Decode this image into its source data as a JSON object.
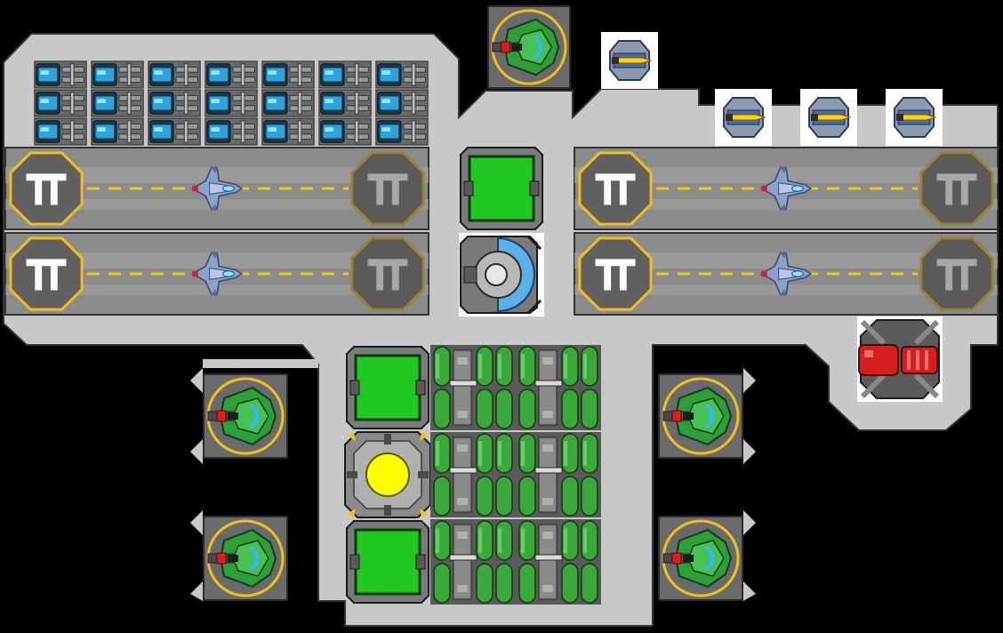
{
  "scene": {
    "name": "space-station-ship-layout",
    "background_color": "#000000",
    "hull_color": "#c8c8c8",
    "hull_outline_color": "#333333"
  },
  "colors": {
    "panel_dark": "#555555",
    "runway": "#8c8c8c",
    "runway_stripe": "#a4a4a4",
    "lane_dash": "#f5c518",
    "pad_ring": "#f0c020",
    "pad_ring_dim": "#9a8030",
    "pad_glyph": "#ffffff",
    "battery_blue": "#2aa7d8",
    "reactor_green": "#22c822",
    "tank_green": "#3ca83c",
    "turret_green": "#2e9e3a",
    "turret_ring": "#f0c020",
    "turret_cyan": "#38b8e8",
    "laser_red": "#d42020",
    "missile_yellow": "#ffd21a",
    "core_yellow": "#ffff00",
    "shield_blue": "#5ab0e8"
  },
  "landing_pads": [
    {
      "name": "pad-top-left",
      "glyph": "pi-glyph-icon"
    },
    {
      "name": "pad-top-left-far",
      "glyph": "pi-glyph-icon"
    },
    {
      "name": "pad-bottom-left",
      "glyph": "pi-glyph-icon"
    },
    {
      "name": "pad-bottom-left-far",
      "glyph": "pi-glyph-icon"
    },
    {
      "name": "pad-top-right",
      "glyph": "pi-glyph-icon"
    },
    {
      "name": "pad-top-right-far",
      "glyph": "pi-glyph-icon"
    },
    {
      "name": "pad-bottom-right",
      "glyph": "pi-glyph-icon"
    },
    {
      "name": "pad-bottom-right-far",
      "glyph": "pi-glyph-icon"
    }
  ],
  "modules": {
    "battery_bank": {
      "rows": 3,
      "cols": 7,
      "icon": "battery-cell-icon"
    },
    "fighters": {
      "count": 4,
      "icon": "fighter-ship-icon"
    },
    "turrets": {
      "count": 5,
      "icon": "green-turret-icon"
    },
    "missile_launchers": {
      "count": 4,
      "icon": "missile-launcher-icon"
    },
    "reactors": {
      "count": 3,
      "icon": "reactor-square-icon"
    },
    "shield_generator": {
      "icon": "shield-generator-icon"
    },
    "core": {
      "icon": "power-core-icon"
    },
    "laser_cannon": {
      "icon": "laser-cannon-icon"
    },
    "fuel_tanks": {
      "icon": "fuel-tank-icon"
    }
  }
}
